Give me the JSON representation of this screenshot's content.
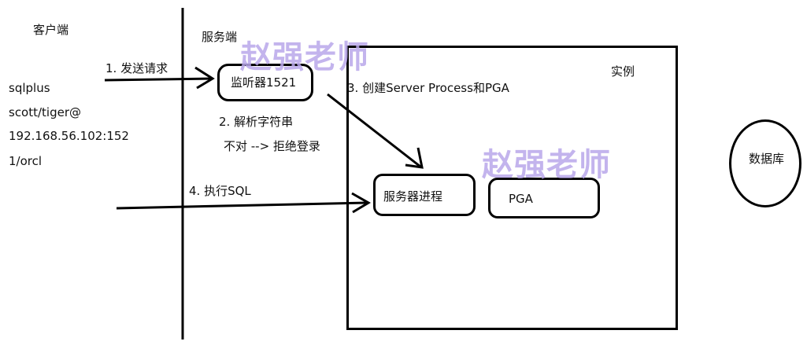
{
  "client": {
    "title": "客户端",
    "lines": [
      "sqlplus",
      "scott/tiger@",
      "192.168.56.102:152",
      "1/orcl"
    ]
  },
  "server": {
    "title": "服务端"
  },
  "listener": {
    "label": "监听器1521"
  },
  "instance": {
    "label": "实例"
  },
  "server_process": {
    "label": "服务器进程"
  },
  "pga": {
    "label": "PGA"
  },
  "database": {
    "label": "数据库"
  },
  "steps": {
    "step1": "1. 发送请求",
    "step2": "2. 解析字符串",
    "step2_note": "不对 --> 拒绝登录",
    "step3": "3. 创建Server Process和PGA",
    "step4": "4. 执行SQL"
  },
  "watermark": {
    "text": "赵强老师"
  }
}
